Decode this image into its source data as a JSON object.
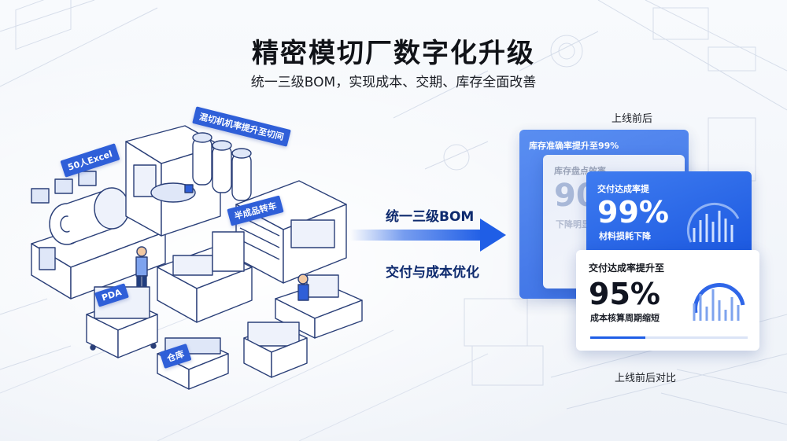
{
  "header": {
    "title": "精密模切厂数字化升级",
    "subtitle": "统一三级BOM，实现成本、交期、库存全面改善"
  },
  "scene_tags": {
    "excel": "50人Excel",
    "efficiency": "混切机机率提升至切间",
    "semi": "半成品转车",
    "pda": "PDA",
    "warehouse": "仓库"
  },
  "arrow": {
    "top_label": "统一三级BOM",
    "bottom_label": "交付与成本优化"
  },
  "captions": {
    "top": "上线前后",
    "bottom": "上线前后对比"
  },
  "cards": {
    "back": {
      "label": "库存准确率提升至99%"
    },
    "mid": {
      "label": "库存盘点效率",
      "big": "90",
      "sub": "下降明显"
    },
    "blue": {
      "label": "交付达成率提",
      "big": "99%",
      "sub": "材料损耗下降"
    },
    "front": {
      "label": "交付达成率提升至",
      "big": "95%",
      "sub": "成本核算周期缩短"
    }
  },
  "colors": {
    "brand_blue": "#1f5ee6",
    "dark_blue": "#0e2a6e",
    "tag_blue": "#2f5fd8"
  }
}
